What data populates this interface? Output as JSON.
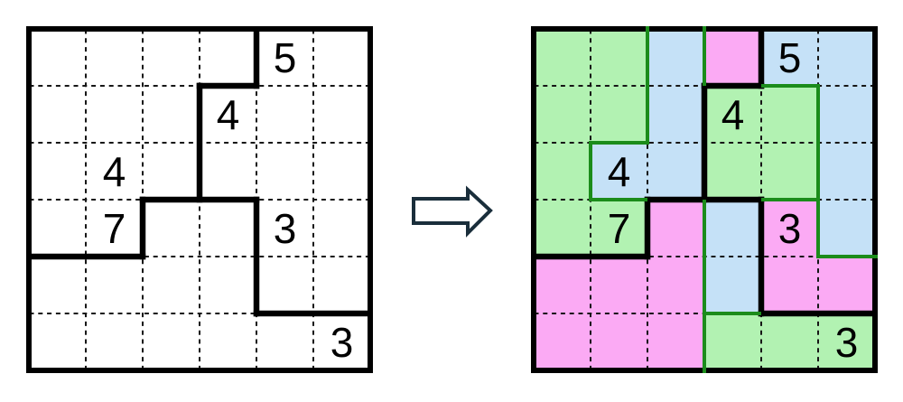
{
  "palette": {
    "background": "#ffffff",
    "black_line": "#000000",
    "dash_line": "#161616",
    "green_line": "#1b8c1b",
    "arrow_outline": "#1a2e3b",
    "arrow_fill": "#ffffff",
    "clue_color": "#000000",
    "region_green": "#b2f2b2",
    "region_blue": "#c5e1f7",
    "region_pink": "#fbaaf4"
  },
  "left_grid": {
    "role": "puzzle",
    "rows": 6,
    "cols": 6,
    "clues": [
      {
        "row": 0,
        "col": 4,
        "value": "5"
      },
      {
        "row": 1,
        "col": 3,
        "value": "4"
      },
      {
        "row": 2,
        "col": 1,
        "value": "4"
      },
      {
        "row": 3,
        "col": 1,
        "value": "7"
      },
      {
        "row": 3,
        "col": 4,
        "value": "3"
      },
      {
        "row": 5,
        "col": 5,
        "value": "3"
      }
    ],
    "black_segments": [
      [
        4,
        0,
        4,
        1
      ],
      [
        3,
        1,
        4,
        1
      ],
      [
        3,
        1,
        3,
        3
      ],
      [
        2,
        3,
        4,
        3
      ],
      [
        2,
        3,
        2,
        4
      ],
      [
        0,
        4,
        2,
        4
      ],
      [
        4,
        3,
        4,
        5
      ],
      [
        4,
        5,
        6,
        5
      ]
    ]
  },
  "right_grid": {
    "role": "solution",
    "rows": 6,
    "cols": 6,
    "clues": [
      {
        "row": 0,
        "col": 4,
        "value": "5"
      },
      {
        "row": 1,
        "col": 3,
        "value": "4"
      },
      {
        "row": 2,
        "col": 1,
        "value": "4"
      },
      {
        "row": 3,
        "col": 1,
        "value": "7"
      },
      {
        "row": 3,
        "col": 4,
        "value": "3"
      },
      {
        "row": 5,
        "col": 5,
        "value": "3"
      }
    ],
    "black_segments": [
      [
        4,
        0,
        4,
        1
      ],
      [
        3,
        1,
        4,
        1
      ],
      [
        3,
        1,
        3,
        3
      ],
      [
        2,
        3,
        4,
        3
      ],
      [
        2,
        3,
        2,
        4
      ],
      [
        0,
        4,
        2,
        4
      ],
      [
        4,
        3,
        4,
        5
      ],
      [
        4,
        5,
        6,
        5
      ]
    ],
    "cell_colors": [
      "GGBPBB",
      "GGBGGB",
      "GBBGGB",
      "GGPBPB",
      "PPPBPP",
      "PPPGGG"
    ],
    "color_map": {
      "G": "region_green",
      "B": "region_blue",
      "P": "region_pink"
    },
    "green_polylines": [
      [
        [
          2,
          -0.05
        ],
        [
          2,
          2
        ],
        [
          1,
          2
        ],
        [
          1,
          3
        ],
        [
          2,
          3
        ]
      ],
      [
        [
          3,
          -0.05
        ],
        [
          3,
          1
        ]
      ],
      [
        [
          4,
          1
        ],
        [
          5,
          1
        ],
        [
          5,
          4
        ],
        [
          6.05,
          4
        ]
      ],
      [
        [
          4,
          3
        ],
        [
          5,
          3
        ]
      ],
      [
        [
          3,
          3
        ],
        [
          3,
          6.05
        ]
      ],
      [
        [
          3,
          5
        ],
        [
          4,
          5
        ]
      ]
    ]
  },
  "arrow": {
    "icon": "right-arrow"
  }
}
